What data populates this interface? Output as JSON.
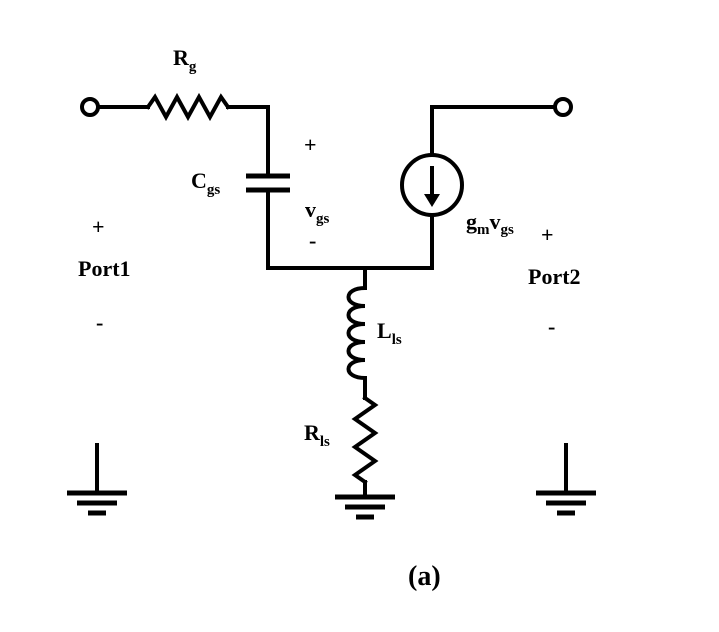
{
  "components": {
    "rg": {
      "main": "R",
      "sub": "g"
    },
    "cgs": {
      "main": "C",
      "sub": "gs"
    },
    "lls": {
      "main": "L",
      "sub": "ls"
    },
    "rls": {
      "main": "R",
      "sub": "ls"
    },
    "current_source": {
      "main_a": "g",
      "sub_a": "m",
      "main_b": "v",
      "sub_b": "gs"
    }
  },
  "vgs": {
    "plus": "+",
    "main": "v",
    "sub": "gs",
    "minus": "-"
  },
  "port1": {
    "label": "Port1",
    "plus": "+",
    "minus": "-"
  },
  "port2": {
    "label": "Port2",
    "plus": "+",
    "minus": "-"
  },
  "caption": "(a)"
}
